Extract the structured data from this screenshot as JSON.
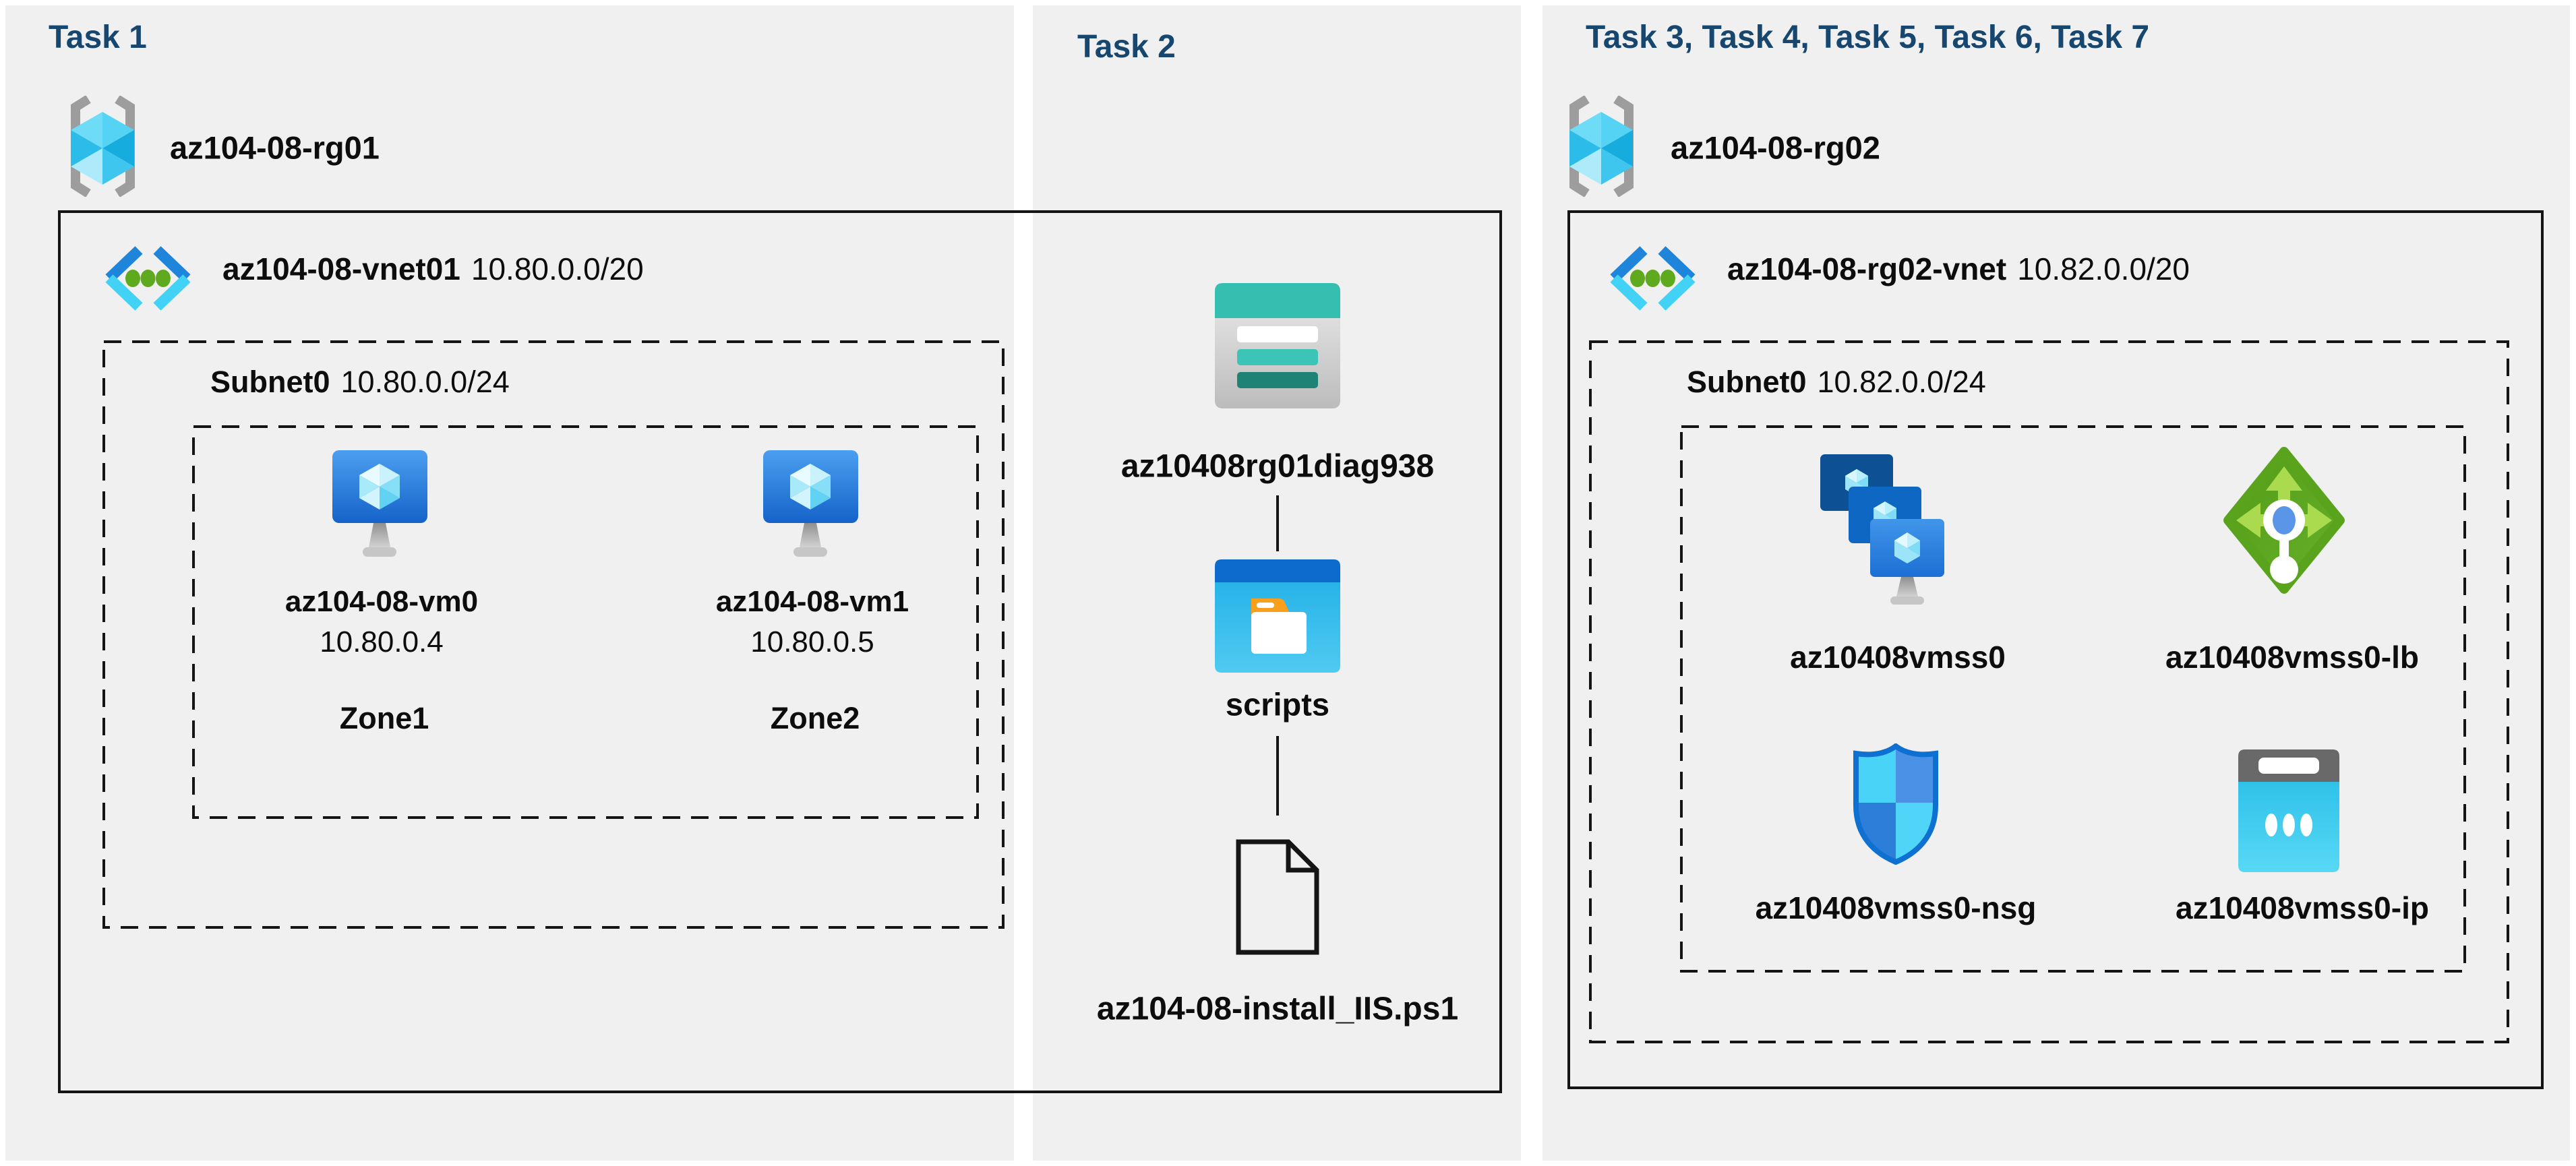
{
  "diagram": {
    "task1": {
      "title": "Task 1",
      "resource_group": "az104-08-rg01",
      "vnet": {
        "name": "az104-08-vnet01",
        "cidr": "10.80.0.0/20"
      },
      "subnet": {
        "name": "Subnet0",
        "cidr": "10.80.0.0/24"
      },
      "vms": [
        {
          "name": "az104-08-vm0",
          "ip": "10.80.0.4",
          "zone": "Zone1"
        },
        {
          "name": "az104-08-vm1",
          "ip": "10.80.0.5",
          "zone": "Zone2"
        }
      ]
    },
    "task2": {
      "title": "Task 2",
      "storage_account": "az10408rg01diag938",
      "container": "scripts",
      "file": "az104-08-install_IIS.ps1"
    },
    "task3": {
      "title": "Task 3, Task 4, Task 5, Task 6, Task 7",
      "resource_group": "az104-08-rg02",
      "vnet": {
        "name": "az104-08-rg02-vnet",
        "cidr": "10.82.0.0/20"
      },
      "subnet": {
        "name": "Subnet0",
        "cidr": "10.82.0.0/24"
      },
      "resources": [
        {
          "name": "az10408vmss0",
          "type": "vm-scale-set"
        },
        {
          "name": "az10408vmss0-lb",
          "type": "load-balancer"
        },
        {
          "name": "az10408vmss0-nsg",
          "type": "network-security-group"
        },
        {
          "name": "az10408vmss0-ip",
          "type": "public-ip"
        }
      ]
    },
    "colors": {
      "title": "#17476F",
      "panel_background": "#F0F0F0",
      "border": "#141414",
      "azure_blue": "#1565CD",
      "azure_cyan": "#41D2F6",
      "storage_teal": "#35BFB0",
      "lb_green": "#5AA31D",
      "folder_orange": "#F8A01D"
    }
  }
}
